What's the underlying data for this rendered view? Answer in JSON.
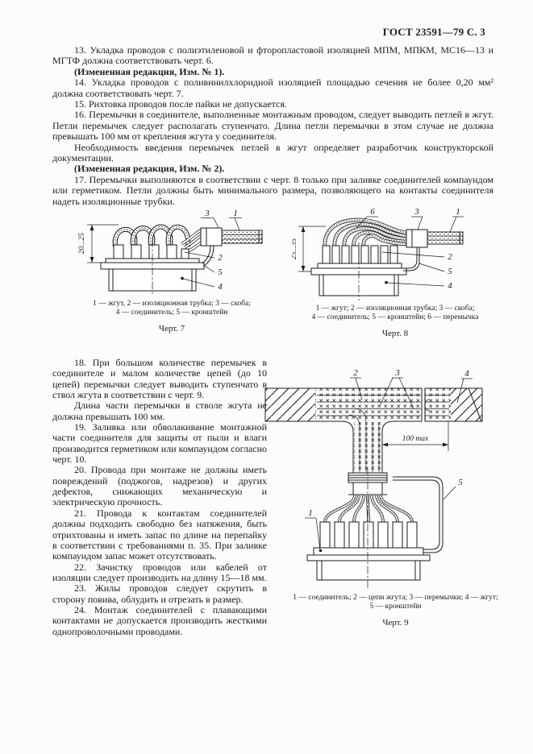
{
  "page": {
    "header": "ГОСТ 23591—79 С. 3"
  },
  "intro": {
    "paragraphs": [
      "13. Укладка проводов с полиэтиленовой и фторопластовой изоляцией МПМ, МПКМ, МС16—13 и МГТФ должна соответствовать черт. 6.",
      "(Измененная редакция, Изм. № 1).",
      "14. Укладка проводов с поливинилхлоридной изоляцией площадью сечения не более 0,20 мм² должна соответствовать черт. 7.",
      "15. Рихтовка проводов после пайки не допускается.",
      "16. Перемычки в соединителе, выполненные монтажным проводом, следует выводить петлей в жгут. Петли перемычек следует располагать ступенчато. Длина петли перемычки в этом случае не должна превышать 100 мм от крепления жгута у соединителя.",
      "Необходимость введения перемычек петлей в жгут определяет разработчик конструкторской документации.",
      "(Измененная редакция, Изм. № 2).",
      "17. Перемычки выполняются в соответствии с черт. 8 только при заливке соединителей компаундом или герметиком. Петли должны быть минимального размера, позволяющего на контакты соединителя надеть изоляционные трубки."
    ]
  },
  "fig7": {
    "dim": "20...25",
    "callouts": {
      "c1": "1",
      "c2": "2",
      "c3": "3",
      "c4": "4",
      "c5": "5"
    },
    "caption": [
      "1 — жгут, 2 — изоляционная трубка; 3 — скоба;",
      "4 — соединитель; 5 — кронштейн"
    ],
    "label": "Черт. 7"
  },
  "fig8": {
    "dim": "25...35",
    "callouts": {
      "c1": "1",
      "c2": "2",
      "c3": "3",
      "c4": "4",
      "c5": "5",
      "c6": "6"
    },
    "caption": [
      "1 — жгут; 2 — изоляционная трубка; 3 — скоба;",
      "4 — соединитель; 5 — кронштейн; 6 — перемычка"
    ],
    "label": "Черт. 8"
  },
  "column": {
    "paragraphs": [
      "18. При большом количестве перемычек в соединителе и малом количестве цепей (до 10 цепей) перемычки следует выводить ступенчато в ствол жгута в соответствии с черт. 9.",
      "Длина части перемычки в стволе жгута не должна превышать 100 мм.",
      "19. Заливка или обволакивание монтажной части соединителя для защиты от пыли и влаги производится герметиком или компаундом согласно черт. 10.",
      "20. Провода при монтаже не должны иметь повреждений (поджогов, надрезов) и других дефектов, снижающих механическую и электрическую прочность.",
      "21. Провода к контактам соединителей должны подходить свободно без натяжения, быть отрихтованы и иметь запас по длине на перепайку в соответствии с требованиями п. 35. При заливке компаундом запас может отсутствовать.",
      "22. Зачистку проводов или кабелей от изоляции следует производить на длину 15—18 мм.",
      "23. Жилы проводов следует скрутить в сторону повива, облудить и отрезать в размер.",
      "24. Монтаж соединителей с плавающими контактами не допускается производить жесткими однопроволочными проводами."
    ]
  },
  "fig9": {
    "dim": "100 max",
    "callouts": {
      "c1": "1",
      "c2": "2",
      "c3": "3",
      "c4": "4",
      "c5": "5"
    },
    "caption": [
      "1 — соединитель; 2 — цепи жгута; 3 — перемычки; 4 — жгут;",
      "5 — кронштейн"
    ],
    "label": "Черт. 9"
  }
}
